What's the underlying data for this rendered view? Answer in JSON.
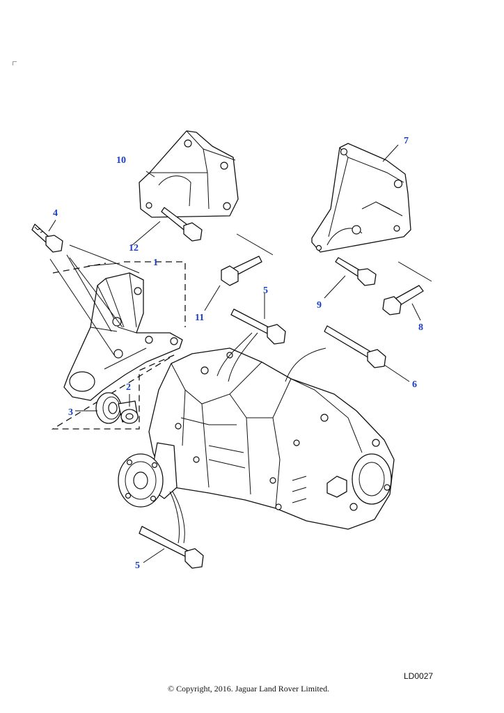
{
  "diagram": {
    "reference_code": "LD0027",
    "copyright": "© Copyright, 2016. Jaguar Land Rover Limited.",
    "callouts": {
      "c1": "1",
      "c2": "2",
      "c3": "3",
      "c4": "4",
      "c5a": "5",
      "c5b": "5",
      "c6": "6",
      "c7": "7",
      "c8": "8",
      "c9": "9",
      "c10": "10",
      "c11": "11",
      "c12": "12"
    }
  },
  "colors": {
    "callout": "#1a3ec8",
    "line": "#111111",
    "background": "#ffffff"
  }
}
